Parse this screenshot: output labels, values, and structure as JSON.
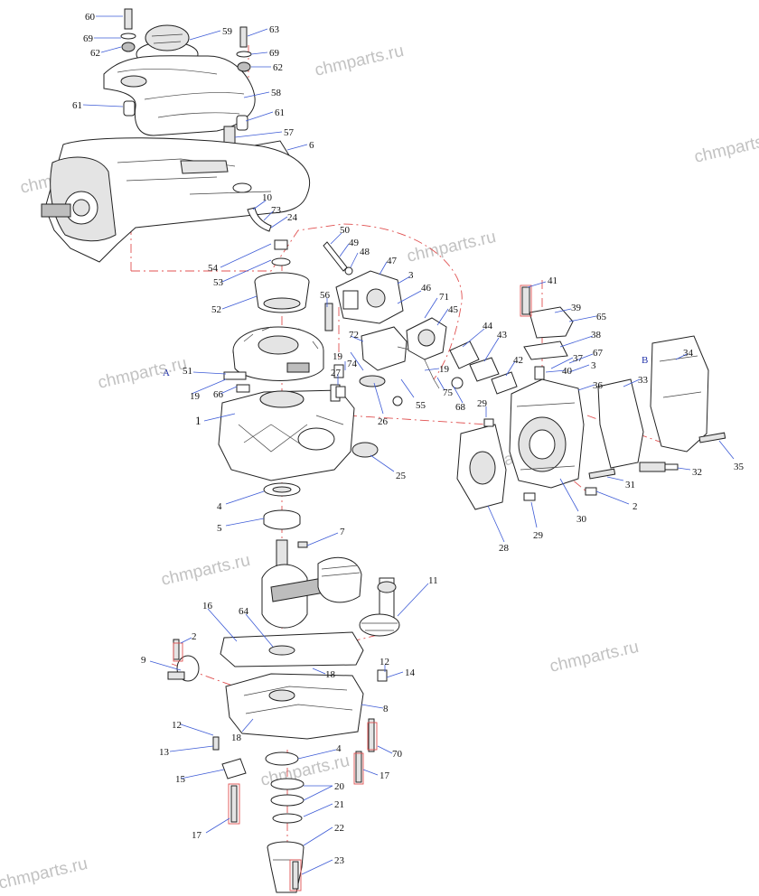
{
  "watermark": "chmparts.ru",
  "callouts": [
    {
      "id": "c60",
      "text": "60"
    },
    {
      "id": "c69a",
      "text": "69"
    },
    {
      "id": "c62a",
      "text": "62"
    },
    {
      "id": "c59",
      "text": "59"
    },
    {
      "id": "c63",
      "text": "63"
    },
    {
      "id": "c69b",
      "text": "69"
    },
    {
      "id": "c62b",
      "text": "62"
    },
    {
      "id": "c58",
      "text": "58"
    },
    {
      "id": "c61a",
      "text": "61"
    },
    {
      "id": "c61b",
      "text": "61"
    },
    {
      "id": "c57",
      "text": "57"
    },
    {
      "id": "c6",
      "text": "6"
    },
    {
      "id": "c10",
      "text": "10"
    },
    {
      "id": "c73",
      "text": "73"
    },
    {
      "id": "c24",
      "text": "24"
    },
    {
      "id": "c50",
      "text": "50"
    },
    {
      "id": "c49",
      "text": "49"
    },
    {
      "id": "c48",
      "text": "48"
    },
    {
      "id": "c47",
      "text": "47"
    },
    {
      "id": "c3a",
      "text": "3"
    },
    {
      "id": "c54",
      "text": "54"
    },
    {
      "id": "c53",
      "text": "53"
    },
    {
      "id": "c46",
      "text": "46"
    },
    {
      "id": "c71",
      "text": "71"
    },
    {
      "id": "c56",
      "text": "56"
    },
    {
      "id": "c45",
      "text": "45"
    },
    {
      "id": "c52",
      "text": "52"
    },
    {
      "id": "c72",
      "text": "72"
    },
    {
      "id": "c44",
      "text": "44"
    },
    {
      "id": "c43",
      "text": "43"
    },
    {
      "id": "c41",
      "text": "41"
    },
    {
      "id": "c39",
      "text": "39"
    },
    {
      "id": "c65",
      "text": "65"
    },
    {
      "id": "c38",
      "text": "38"
    },
    {
      "id": "c67",
      "text": "67"
    },
    {
      "id": "c3b",
      "text": "3"
    },
    {
      "id": "c37",
      "text": "37"
    },
    {
      "id": "c40",
      "text": "40"
    },
    {
      "id": "c34",
      "text": "34"
    },
    {
      "id": "cB",
      "text": "B"
    },
    {
      "id": "c33",
      "text": "33"
    },
    {
      "id": "c36",
      "text": "36"
    },
    {
      "id": "c42",
      "text": "42"
    },
    {
      "id": "c19a",
      "text": "19"
    },
    {
      "id": "c75",
      "text": "75"
    },
    {
      "id": "c68",
      "text": "68"
    },
    {
      "id": "cA",
      "text": "A"
    },
    {
      "id": "c51",
      "text": "51"
    },
    {
      "id": "c19b",
      "text": "19"
    },
    {
      "id": "c74",
      "text": "74"
    },
    {
      "id": "c19c",
      "text": "19"
    },
    {
      "id": "c27",
      "text": "27"
    },
    {
      "id": "c66",
      "text": "66"
    },
    {
      "id": "c29a",
      "text": "29"
    },
    {
      "id": "c1",
      "text": "1"
    },
    {
      "id": "c26",
      "text": "26"
    },
    {
      "id": "c55",
      "text": "55"
    },
    {
      "id": "c25",
      "text": "25"
    },
    {
      "id": "c35",
      "text": "35"
    },
    {
      "id": "c31",
      "text": "31"
    },
    {
      "id": "c32",
      "text": "32"
    },
    {
      "id": "c4a",
      "text": "4"
    },
    {
      "id": "c2a",
      "text": "2"
    },
    {
      "id": "c5",
      "text": "5"
    },
    {
      "id": "c30",
      "text": "30"
    },
    {
      "id": "c29b",
      "text": "29"
    },
    {
      "id": "c28",
      "text": "28"
    },
    {
      "id": "c7",
      "text": "7"
    },
    {
      "id": "c11",
      "text": "11"
    },
    {
      "id": "c16",
      "text": "16"
    },
    {
      "id": "c64",
      "text": "64"
    },
    {
      "id": "c2b",
      "text": "2"
    },
    {
      "id": "c9",
      "text": "9"
    },
    {
      "id": "c12a",
      "text": "12"
    },
    {
      "id": "c14",
      "text": "14"
    },
    {
      "id": "c18a",
      "text": "18"
    },
    {
      "id": "c8",
      "text": "8"
    },
    {
      "id": "c12b",
      "text": "12"
    },
    {
      "id": "c18b",
      "text": "18"
    },
    {
      "id": "c13",
      "text": "13"
    },
    {
      "id": "c4b",
      "text": "4"
    },
    {
      "id": "c70",
      "text": "70"
    },
    {
      "id": "c15",
      "text": "15"
    },
    {
      "id": "c20",
      "text": "20"
    },
    {
      "id": "c17a",
      "text": "17"
    },
    {
      "id": "c21",
      "text": "21"
    },
    {
      "id": "c17b",
      "text": "17"
    },
    {
      "id": "c22",
      "text": "22"
    },
    {
      "id": "c23",
      "text": "23"
    }
  ]
}
